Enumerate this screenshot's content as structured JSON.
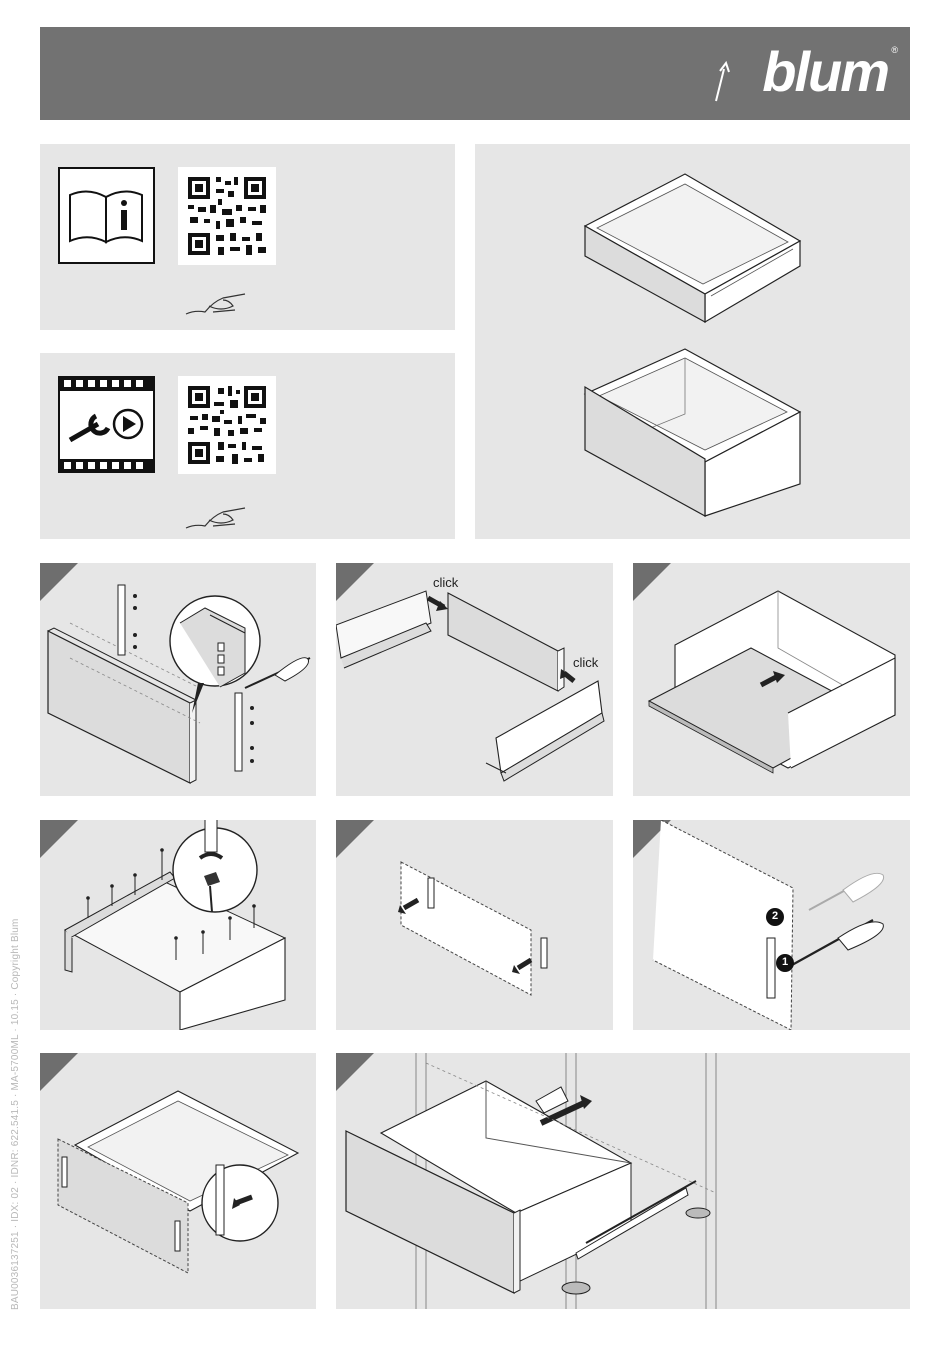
{
  "header": {
    "brand": "blum",
    "registered": "®",
    "background": "#727272"
  },
  "side_text": "BAU0036137251 · IDX: 02 · IDNR: 622.541.5 · MA-5700ML · 10.15 · Copyright Blum",
  "step2": {
    "click_top": "click",
    "click_right": "click"
  },
  "step6": {
    "marker_1": "1",
    "marker_2": "2"
  },
  "icons": {
    "info": "manual-info-icon",
    "video": "assembly-video-icon",
    "hand": "pointing-hand-icon",
    "qr": "qr-code-icon"
  },
  "colors": {
    "panel": "#e6e6e6",
    "step_triangle": "#6e6e6e",
    "front": "#dcdcdc"
  }
}
